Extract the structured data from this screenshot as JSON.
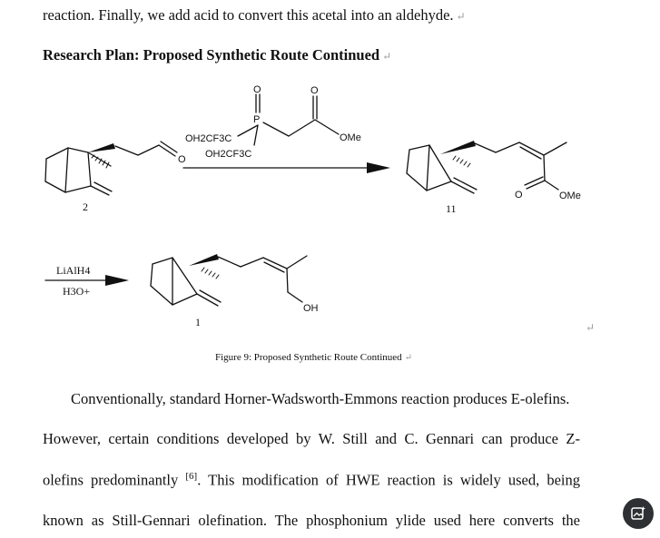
{
  "doc": {
    "intro_line": "reaction. Finally, we add acid to convert this acetal into an aldehyde.",
    "heading": "Research Plan: Proposed Synthetic Route Continued",
    "paragraph_mark": "↵",
    "caption": "Figure 9: Proposed Synthetic Route Continued",
    "para_line1": "Conventionally, standard Horner-Wadsworth-Emmons reaction produces E-olefins.",
    "para_line2": "However, certain conditions developed by W. Still and C. Gennari can produce Z-",
    "para_line3a": "olefins predominantly",
    "para_line3_ref": "[6]",
    "para_line3b": ". This modification of HWE reaction is widely used, being",
    "para_line4": "known as Still-Gennari olefination. The phosphonium ylide used here converts the"
  },
  "scheme": {
    "reagent_top_O": "O",
    "reagent_P": "P",
    "reagent_right_O": "O",
    "reagent_OMe": "OMe",
    "reagent_sub1": "OH2CF3C",
    "reagent_sub2": "OH2CF3C",
    "compound_2_label": "2",
    "compound_2_O": "O",
    "compound_11_label": "11",
    "compound_11_O": "O",
    "compound_11_OMe": "OMe",
    "step2_reagent1": "LiAlH4",
    "step2_reagent2": "H3O+",
    "compound_1_label": "1",
    "compound_1_OH": "OH"
  },
  "ui": {
    "fab_icon": "image-sparkle-icon"
  }
}
